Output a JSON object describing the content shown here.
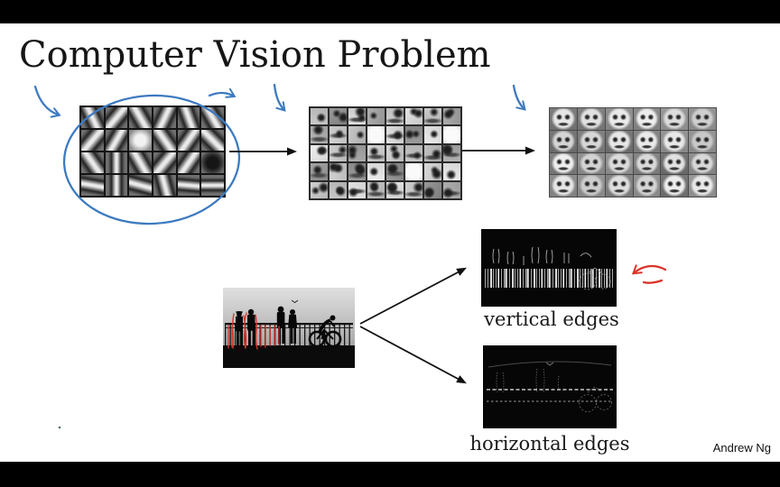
{
  "slide": {
    "title": "Computer Vision Problem",
    "author_credit": "Andrew Ng",
    "edge_labels": {
      "vertical": "vertical edges",
      "horizontal": "horizontal edges"
    },
    "annotations": {
      "blue": "#3d7ac0",
      "red": "#d8342a"
    }
  },
  "feature_grids": [
    {
      "name": "layer1-edge-filters",
      "rows": 4,
      "cols": 6,
      "cells": [
        "s65",
        "s130",
        "s60",
        "s115",
        "s70",
        "s60",
        "s130",
        "s120",
        "light",
        "s55",
        "s125",
        "s45",
        "s55",
        "s90",
        "s60",
        "s130",
        "s125",
        "dark",
        "s10",
        "s90",
        "s15",
        "s75",
        "s5",
        "s0"
      ]
    },
    {
      "name": "layer2-face-parts",
      "rows": 5,
      "cols": 8
    },
    {
      "name": "layer3-faces",
      "rows": 4,
      "cols": 6
    }
  ]
}
